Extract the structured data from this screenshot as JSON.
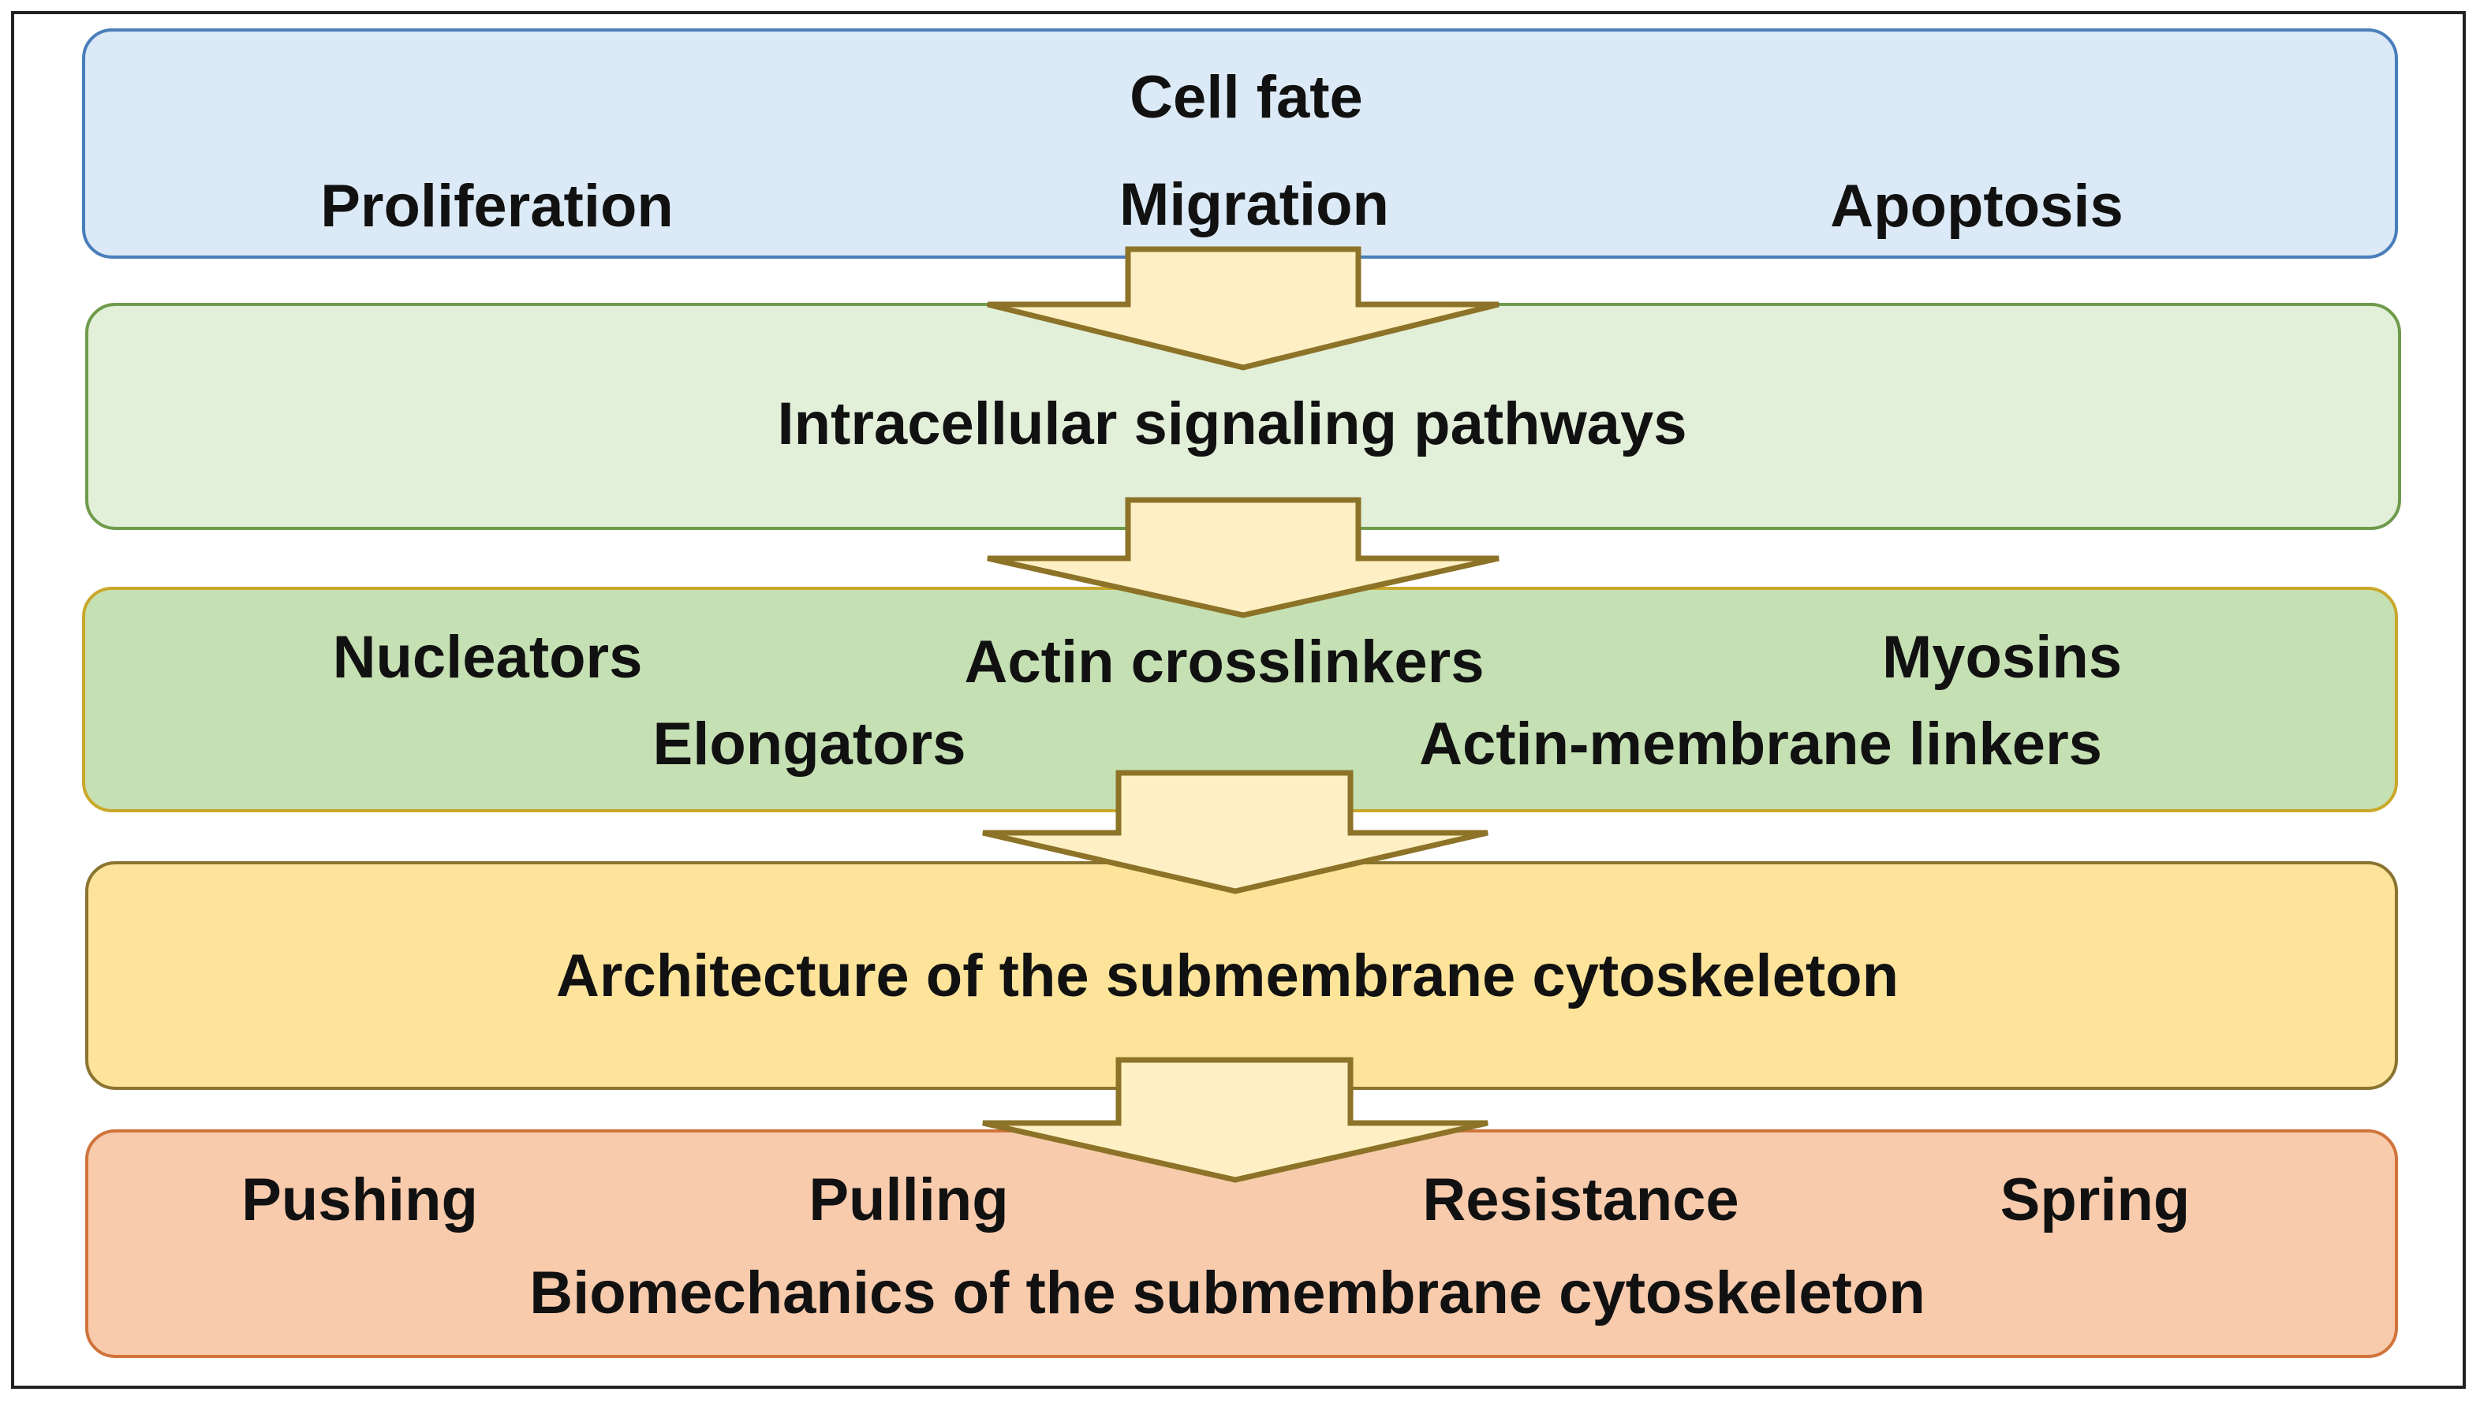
{
  "stages": {
    "cell_fate": {
      "title": "Cell fate",
      "items": [
        "Proliferation",
        "Migration",
        "Apoptosis"
      ],
      "fill": "#dce9f6",
      "border": "#4a7ebb"
    },
    "signaling": {
      "title": "Intracellular signaling pathways",
      "fill": "#e2efd9",
      "border": "#6e9b4c"
    },
    "actin_regulators": {
      "items": [
        "Nucleators",
        "Actin crosslinkers",
        "Myosins",
        "Elongators",
        "Actin-membrane linkers"
      ],
      "fill": "#c5e0b3",
      "border": "#c9a82c"
    },
    "architecture": {
      "title": "Architecture of the submembrane cytoskeleton",
      "fill": "#fde49a",
      "border": "#8a7430"
    },
    "biomechanics": {
      "items": [
        "Pushing",
        "Pulling",
        "Resistance",
        "Spring"
      ],
      "title": "Biomechanics of the submembrane cytoskeleton",
      "fill": "#f8cbad",
      "border": "#d0743c"
    }
  },
  "arrow_colors": {
    "fill": "#fef0c4",
    "stroke": "#8c7328"
  }
}
